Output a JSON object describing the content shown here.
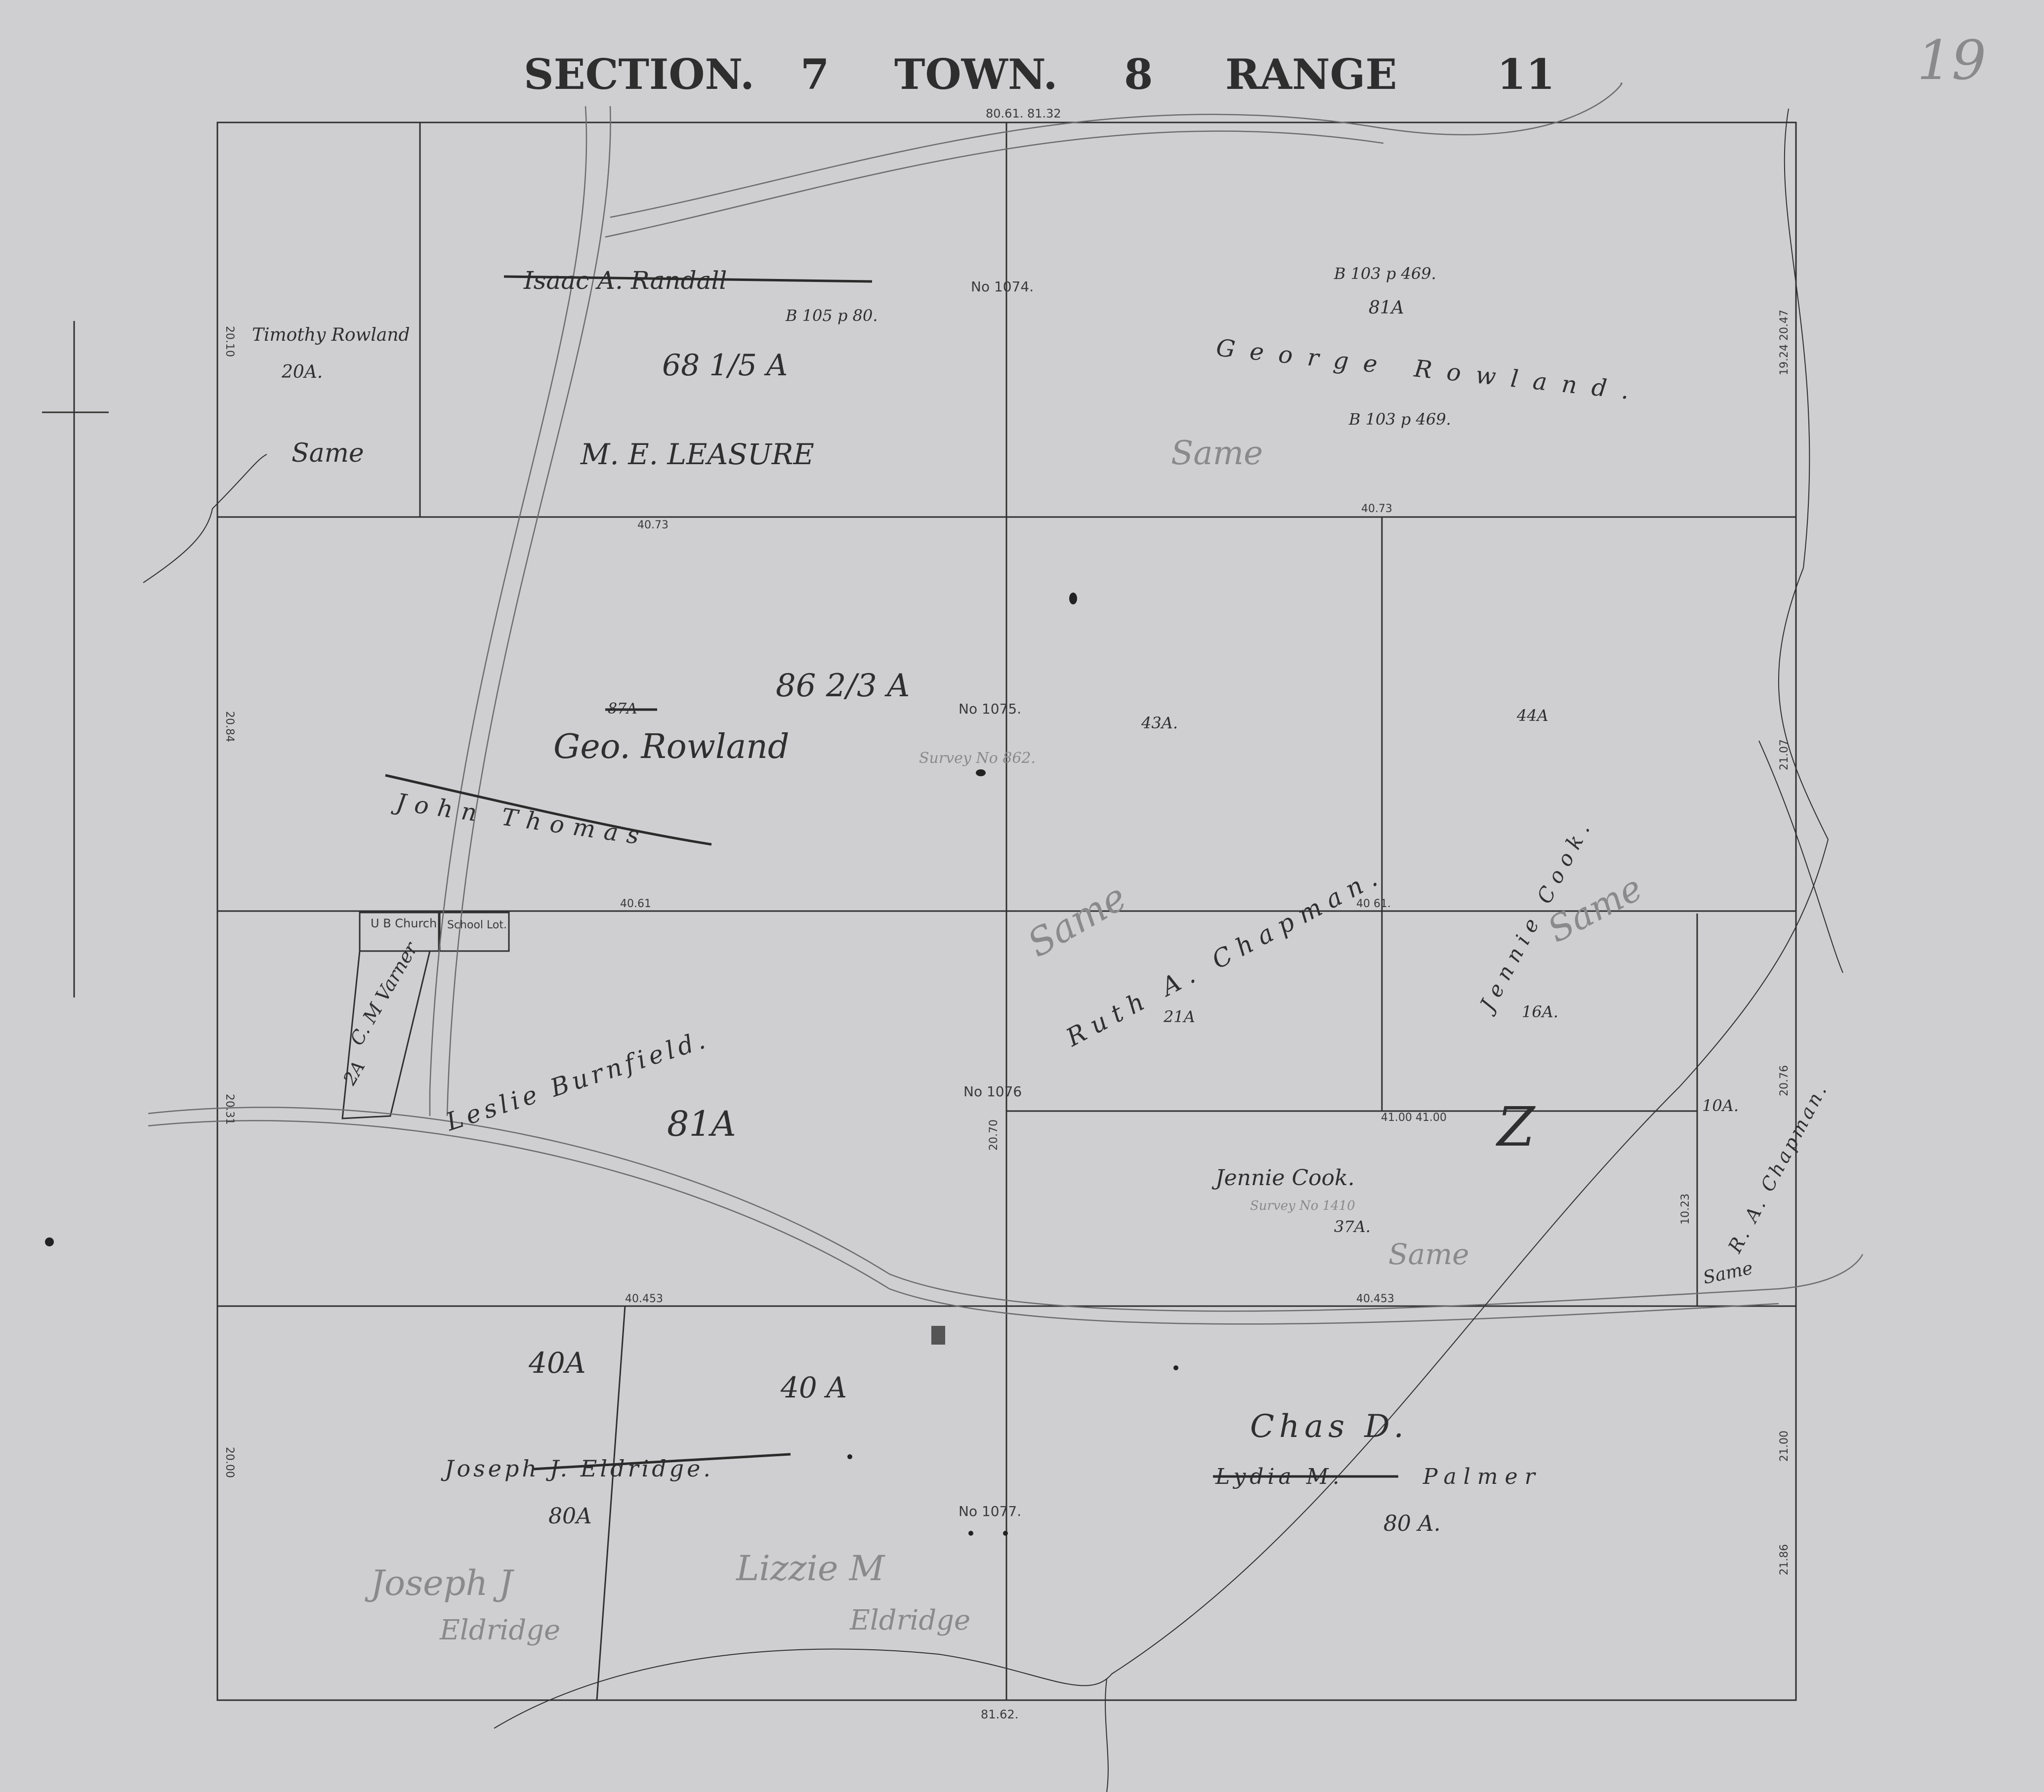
{
  "header": {
    "section_label": "SECTION.",
    "section_no": "7",
    "town_label": "TOWN.",
    "town_no": "8",
    "range_label": "RANGE",
    "range_no": "11",
    "page_no": "19"
  },
  "plat": {
    "survey_numbers": [
      "No 1074.",
      "No 1075.",
      "No 1076",
      "No 1077."
    ],
    "measurements": {
      "top": "80.61. 81.32",
      "bottom": "81.62.",
      "row1_left": "40.73",
      "row1_right": "40.73",
      "row2_left": "40.61",
      "row2_right": "40 61.",
      "row3_left": "40.453",
      "row3_right": "40.453",
      "jc_top": "41.00  41.00",
      "left_1": "20.10",
      "left_2": "20.84",
      "left_3": "20.31",
      "left_4": "20.00",
      "right_1": "19.24 20.47",
      "right_2": "21.07",
      "right_3": "20.76",
      "right_4": "21.00",
      "right_5": "21.86",
      "mid_vert": "20.70",
      "chap_vert": "10.23"
    },
    "labels": {
      "timothy_name": "Timothy Rowland",
      "timothy_acres": "20A.",
      "timothy_same": "Same",
      "randall_name": "Isaac A. Randall",
      "randall_book": "B 105 p 80.",
      "randall_acres": "68 1/5 A",
      "leasure": "M. E. LEASURE",
      "gr_book_top": "B 103 p 469.",
      "gr_acres": "81A",
      "gr_name": "George Rowland.",
      "gr_book_bottom": "B 103 p 469.",
      "gr_same": "Same",
      "rowland_acres": "86 2/3 A",
      "rowland_old_acres": "87A",
      "geo_rowland": "Geo. Rowland",
      "survey_862": "Survey No 862.",
      "john_thomas": "John Thomas",
      "acres_43": "43A.",
      "acres_44": "44A",
      "ruth_chapman": "Ruth A. Chapman.",
      "chapman_same": "Same",
      "acres_21": "21A",
      "jennie_cook_1": "Jennie Cook.",
      "jennie_same": "Same",
      "acres_16": "16A.",
      "ub_church": "U B Church",
      "school_lot": "School Lot.",
      "cm_varner": "C. M Varner",
      "acres_2": "2A",
      "leslie": "Leslie Burnfield.",
      "acres_81": "81A",
      "jennie_cook_2": "Jennie Cook.",
      "survey_1410": "Survey No 1410",
      "acres_37": "37A.",
      "cook_same": "Same",
      "acres_10": "10A.",
      "ra_chapman": "R. A. Chapman.",
      "ra_same": "Same",
      "acres_40_left": "40A",
      "acres_40_right": "40 A",
      "joseph_name": "Joseph J. Eldridge.",
      "acres_80_left": "80A",
      "joseph_j": "Joseph J",
      "eldridge_1": "Eldridge",
      "lizzie_m": "Lizzie M",
      "eldridge_2": "Eldridge",
      "chas_d": "Chas D.",
      "lydia": "Lydia M.",
      "palmer": "Palmer",
      "acres_80_right": "80 A."
    }
  }
}
